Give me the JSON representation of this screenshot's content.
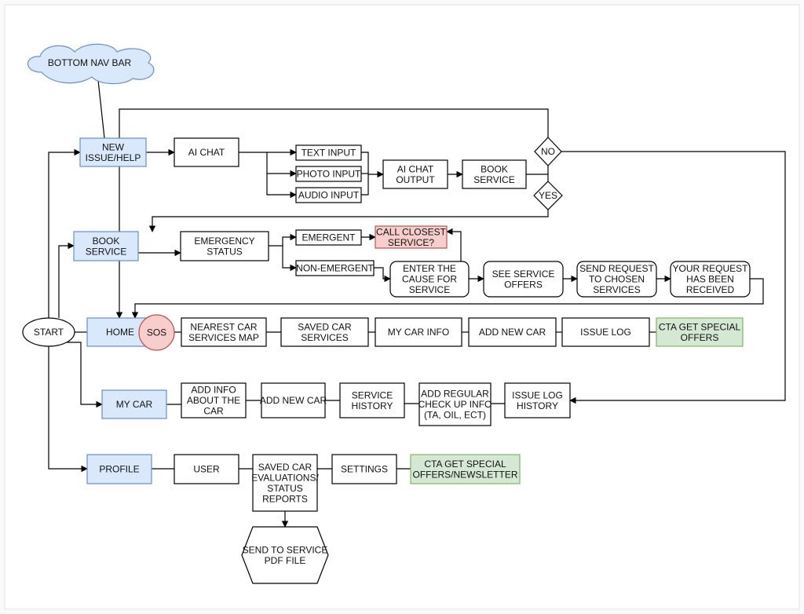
{
  "colors": {
    "nav_blue_fill": "#dae8fc",
    "nav_blue_stroke": "#6c8ebf",
    "green_fill": "#d5e8d4",
    "green_stroke": "#82b366",
    "red_fill": "#f8cecc",
    "red_stroke": "#b85450",
    "line": "#000000"
  },
  "nodes": {
    "bottom_nav_bar": [
      "BOTTOM NAV BAR"
    ],
    "new_issue": [
      "NEW",
      "ISSUE/HELP"
    ],
    "ai_chat": [
      "AI CHAT"
    ],
    "text_input": [
      "TEXT INPUT"
    ],
    "photo_input": [
      "PHOTO INPUT"
    ],
    "audio_input": [
      "AUDIO INPUT"
    ],
    "ai_chat_output": [
      "AI CHAT",
      "OUTPUT"
    ],
    "book_service_top": [
      "BOOK",
      "SERVICE"
    ],
    "no": [
      "NO"
    ],
    "yes": [
      "YES"
    ],
    "book_service": [
      "BOOK",
      "SERVICE"
    ],
    "emergency_status": [
      "EMERGENCY",
      "STATUS"
    ],
    "emergent": [
      "EMERGENT"
    ],
    "call_closest": [
      "CALL CLOSEST",
      "SERVICE?"
    ],
    "non_emergent": [
      "NON-EMERGENT"
    ],
    "enter_cause": [
      "ENTER THE",
      "CAUSE FOR",
      "SERVICE"
    ],
    "see_offers": [
      "SEE SERVICE",
      "OFFERS"
    ],
    "send_request": [
      "SEND REQUEST",
      "TO CHOSEN",
      "SERVICES"
    ],
    "request_received": [
      "YOUR REQUEST",
      "HAS BEEN",
      "RECEIVED"
    ],
    "start": [
      "START"
    ],
    "home": [
      "HOME"
    ],
    "sos": [
      "SOS"
    ],
    "nearest_map": [
      "NEAREST CAR",
      "SERVICES MAP"
    ],
    "saved_services": [
      "SAVED CAR",
      "SERVICES"
    ],
    "my_car_info": [
      "MY CAR INFO"
    ],
    "add_new_car_home": [
      "ADD NEW CAR"
    ],
    "issue_log": [
      "ISSUE LOG"
    ],
    "cta_offers": [
      "CTA GET SPECIAL",
      "OFFERS"
    ],
    "my_car": [
      "MY CAR"
    ],
    "add_info": [
      "ADD INFO",
      "ABOUT THE",
      "CAR"
    ],
    "add_new_car": [
      "ADD NEW CAR"
    ],
    "service_history": [
      "SERVICE",
      "HISTORY"
    ],
    "checkup_info": [
      "ADD REGULAR",
      "CHECK UP INFO",
      "(TA, OIL, ECT)"
    ],
    "issue_log_history": [
      "ISSUE LOG",
      "HISTORY"
    ],
    "profile": [
      "PROFILE"
    ],
    "user": [
      "USER"
    ],
    "saved_evaluations": [
      "SAVED CAR",
      "EVALUATIONS/",
      "STATUS",
      "REPORTS"
    ],
    "settings": [
      "SETTINGS"
    ],
    "cta_newsletter": [
      "CTA GET SPECIAL",
      "OFFERS/NEWSLETTER"
    ],
    "send_pdf": [
      "SEND TO SERVICE",
      "PDF FILE"
    ]
  }
}
